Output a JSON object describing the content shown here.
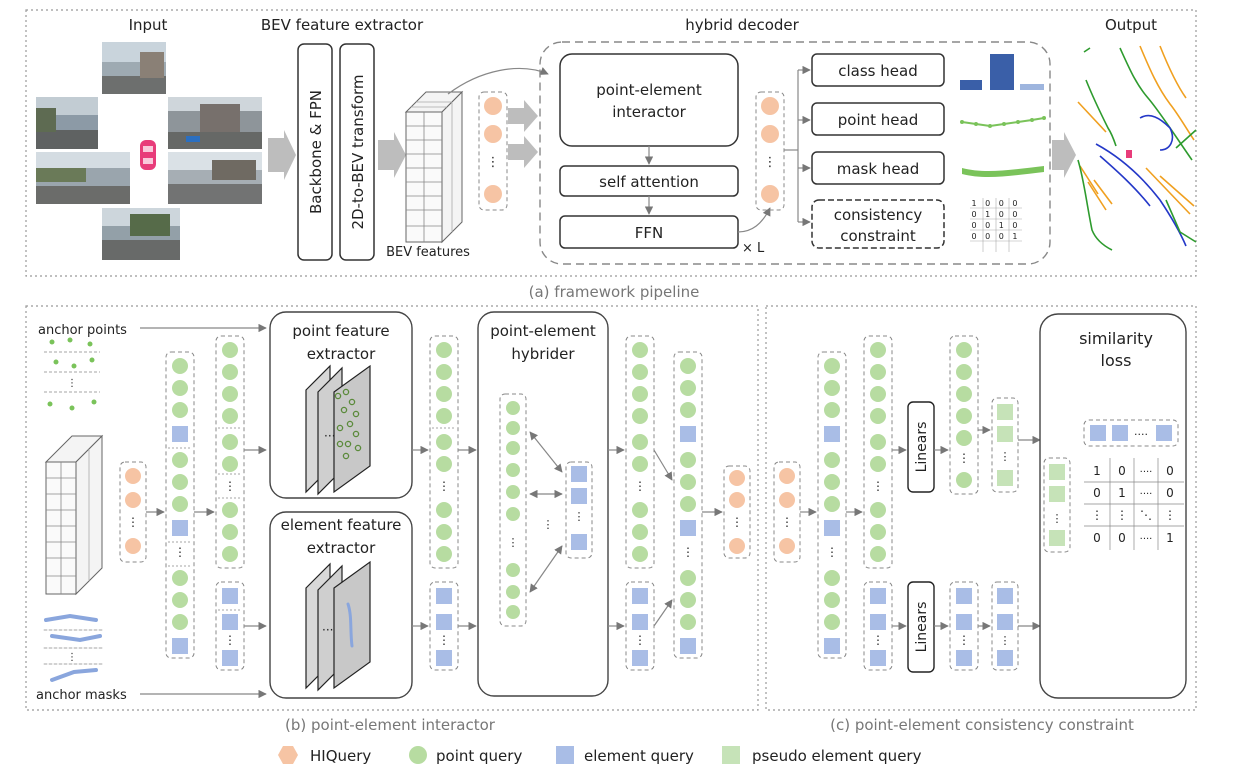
{
  "colors": {
    "hiquery": "#f6c4a4",
    "point_query": "#b7dca1",
    "element_query": "#a9bde6",
    "pseudo_element_query": "#c6e3b8",
    "class_bar": "#3a5fa8",
    "class_bar_light": "#9eb5de",
    "point_line": "#7ac35a",
    "map_yellow": "#f0a020",
    "map_green": "#2e9b2e",
    "map_blue": "#2438c8",
    "vehicle": "#e83c7a"
  },
  "panel_a": {
    "input_label": "Input",
    "bev_extractor_label": "BEV feature extractor",
    "backbone_label": "Backbone & FPN",
    "transform_label": "2D-to-BEV transform",
    "bev_features_label": "BEV  features",
    "hybrid_decoder_label": "hybrid decoder",
    "interactor_line1": "point-element",
    "interactor_line2": "interactor",
    "self_attention_label": "self attention",
    "ffn_label": "FFN",
    "repeat_label": "× L",
    "class_head_label": "class head",
    "point_head_label": "point head",
    "mask_head_label": "mask head",
    "consistency_line1": "consistency",
    "consistency_line2": "constraint",
    "output_label": "Output",
    "identity_matrix": [
      "1 0 0 0",
      "0 1 0 0",
      "0 0 1 0",
      "0 0 0 1"
    ],
    "caption": "(a) framework pipeline"
  },
  "panel_b": {
    "anchor_points_label": "anchor points",
    "anchor_masks_label": "anchor masks",
    "point_extractor_line1": "point feature",
    "point_extractor_line2": "extractor",
    "element_extractor_line1": "element feature",
    "element_extractor_line2": "extractor",
    "hybrider_line1": "point-element",
    "hybrider_line2": "hybrider",
    "caption": "(b) point-element interactor"
  },
  "panel_c": {
    "linears_label": "Linears",
    "similarity_line1": "similarity",
    "similarity_line2": "loss",
    "matrix_rows": [
      [
        "1",
        "0",
        "····",
        "0"
      ],
      [
        "0",
        "1",
        "····",
        "0"
      ],
      [
        "⋮",
        "⋮",
        "⋱",
        "⋮"
      ],
      [
        "0",
        "0",
        "····",
        "1"
      ]
    ],
    "caption": "(c) point-element consistency constraint"
  },
  "legend": {
    "hiquery": "HIQuery",
    "point_query": "point query",
    "element_query": "element query",
    "pseudo_element_query": "pseudo element query"
  }
}
